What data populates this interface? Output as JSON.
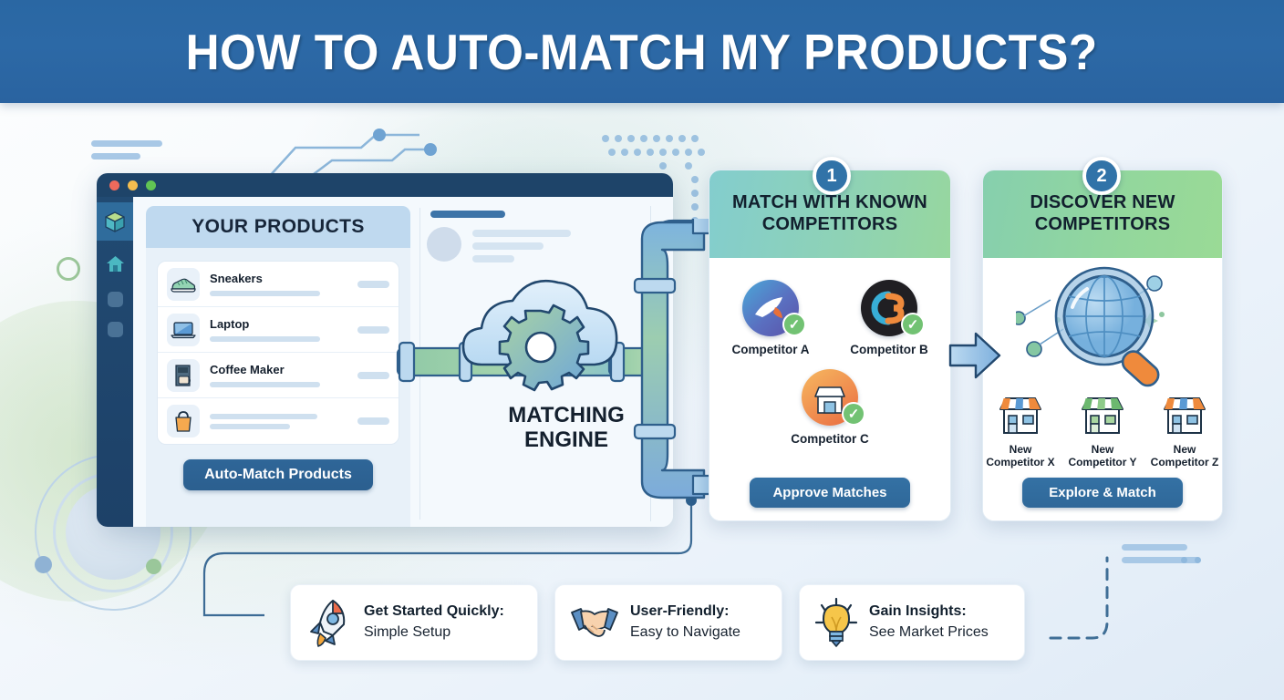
{
  "header": {
    "title": "HOW TO AUTO-MATCH MY PRODUCTS?",
    "bg_color": "#2c69a6",
    "text_color": "#ffffff"
  },
  "app_window": {
    "traffic_lights": [
      "close",
      "minimize",
      "maximize"
    ],
    "sidebar_icons": [
      "cube-logo-icon",
      "home-icon",
      "placeholder-square-icon",
      "placeholder-square-icon"
    ],
    "panel_title": "YOUR PRODUCTS",
    "products": [
      {
        "name": "Sneakers",
        "icon": "sneaker-icon"
      },
      {
        "name": "Laptop",
        "icon": "laptop-icon"
      },
      {
        "name": "Coffee Maker",
        "icon": "coffee-maker-icon"
      },
      {
        "name": "",
        "icon": "shopping-bag-icon"
      }
    ],
    "primary_button": "Auto-Match Products"
  },
  "engine": {
    "label_line1": "MATCHING",
    "label_line2": "ENGINE",
    "icon": "cloud-gear-icon"
  },
  "steps": [
    {
      "number": "1",
      "title_line1": "MATCH WITH KNOWN",
      "title_line2": "COMPETITORS",
      "header_color": "#8ed2b6",
      "items": [
        {
          "label": "Competitor A",
          "icon": "competitor-a-avatar",
          "status": "matched"
        },
        {
          "label": "Competitor B",
          "icon": "competitor-b-avatar",
          "status": "matched"
        },
        {
          "label": "Competitor C",
          "icon": "competitor-c-storefront-avatar",
          "status": "matched"
        }
      ],
      "button": "Approve Matches"
    },
    {
      "number": "2",
      "title_line1": "DISCOVER NEW",
      "title_line2": "COMPETITORS",
      "header_color": "#93d79c",
      "hero_icon": "globe-magnifier-icon",
      "items": [
        {
          "label_line1": "New",
          "label_line2": "Competitor X",
          "icon": "storefront-orange-icon"
        },
        {
          "label_line1": "New",
          "label_line2": "Competitor Y",
          "icon": "storefront-green-icon"
        },
        {
          "label_line1": "New",
          "label_line2": "Competitor Z",
          "icon": "storefront-orange-icon"
        }
      ],
      "button": "Explore & Match"
    }
  ],
  "features": [
    {
      "icon": "rocket-icon",
      "title": "Get Started Quickly:",
      "subtitle": "Simple Setup"
    },
    {
      "icon": "handshake-icon",
      "title": "User-Friendly:",
      "subtitle": "Easy to Navigate"
    },
    {
      "icon": "lightbulb-icon",
      "title": "Gain Insights:",
      "subtitle": "See Market Prices"
    }
  ],
  "colors": {
    "brand_blue": "#2c69a6",
    "button_blue": "#2f6698",
    "accent_green": "#72c273",
    "teal": "#83cdce"
  }
}
